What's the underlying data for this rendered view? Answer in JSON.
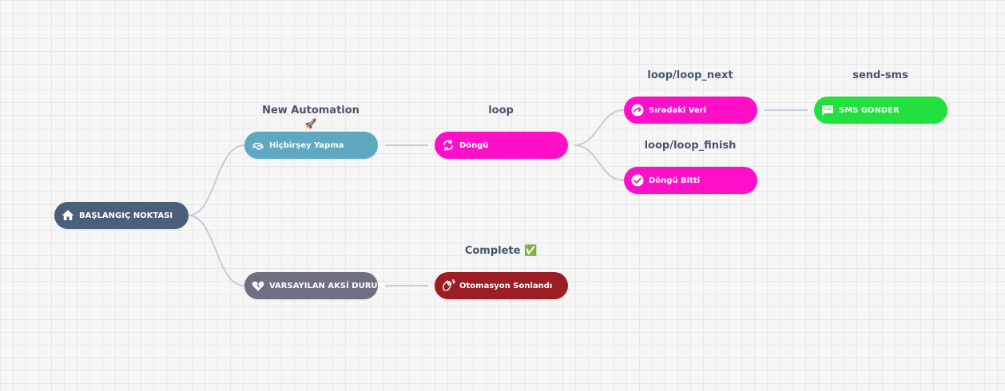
{
  "colors": {
    "start": "#4a607a",
    "automation": "#5ea8c2",
    "loop": "#ff10c8",
    "default_fail": "#6e6f80",
    "end": "#9c1d24",
    "sms": "#22e03d",
    "edge": "#c5ced8"
  },
  "nodes": {
    "start": {
      "label": "BAŞLANGIÇ NOKTASI",
      "icon": "home-icon"
    },
    "do_nothing": {
      "label": "Hiçbirşey Yapma",
      "icon": "hand-heart-icon",
      "title": "New Automation",
      "title_emoji": "🚀"
    },
    "default_fail": {
      "label": "VARSAYILAN AKSİ DURUM",
      "icon": "broken-heart-icon"
    },
    "loop": {
      "label": "Döngü",
      "icon": "refresh-icon",
      "title": "loop"
    },
    "end": {
      "label": "Otomasyon Sonlandı",
      "icon": "waving-hands-icon",
      "title": "Complete ✅"
    },
    "next": {
      "label": "Sıradaki Veri",
      "icon": "next-arrow-icon",
      "title": "loop/loop_next"
    },
    "finish": {
      "label": "Döngü Bitti",
      "icon": "check-circle-icon",
      "title": "loop/loop_finish"
    },
    "sms": {
      "label": "SMS GONDER",
      "icon": "message-icon",
      "title": "send-sms"
    }
  }
}
